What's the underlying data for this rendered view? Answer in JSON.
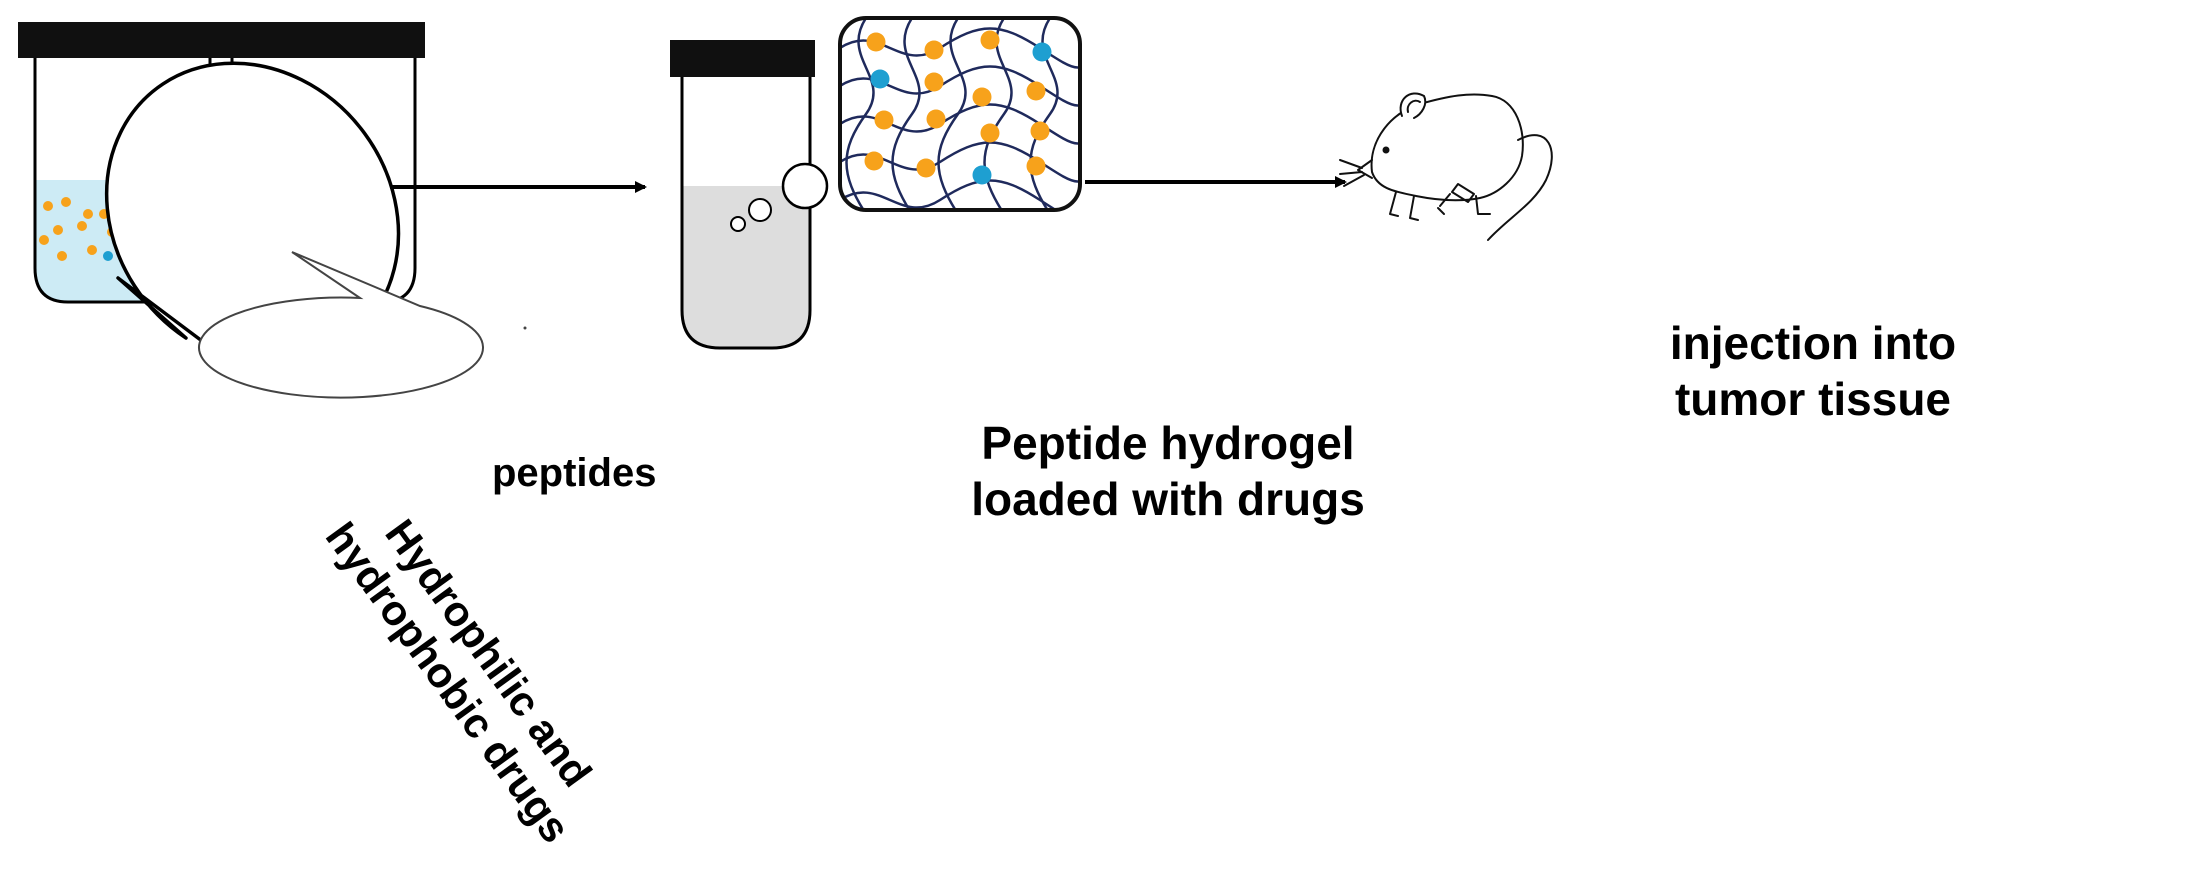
{
  "labels": {
    "drugs_line1": "Hydrophilic and",
    "drugs_line2": "hydrophobic drugs",
    "peptides": "peptides",
    "hydrogel_line1": "Peptide hydrogel",
    "hydrogel_line2": "loaded with drugs",
    "injection_line1": "injection into",
    "injection_line2": "tumor tissue"
  },
  "plus_sign": "+",
  "colors": {
    "hydrophobic_drug": "#F7A21B",
    "hydrophilic_drug": "#1E9FD1",
    "peptide_fiber": "#1F2A5C",
    "drug_solution": "#CDEBF5",
    "gel": "#DDDDDD",
    "vial_cap": "#101010",
    "outline": "#000000"
  },
  "icons": [
    "vial-drugs-icon",
    "vial-peptides-icon",
    "vial-hydrogel-icon",
    "hydrogel-network-icon",
    "mouse-icon"
  ]
}
